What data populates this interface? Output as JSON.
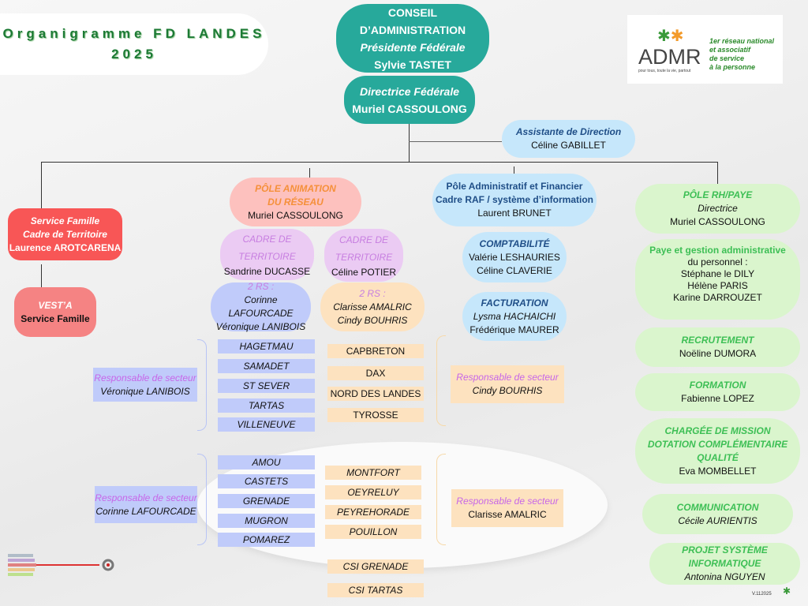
{
  "title": {
    "line1": "Organigramme FD LANDES",
    "line2": "2025"
  },
  "logo": {
    "brand": "ADMR",
    "tagline": "pour tous, toute la vie, partout",
    "slogan": [
      "1er réseau national",
      "et associatif",
      "de service",
      "à la personne"
    ]
  },
  "conseil": {
    "title": "CONSEIL D’ADMINISTRATION",
    "role": "Présidente Fédérale",
    "name": "Sylvie TASTET"
  },
  "directrice": {
    "role": "Directrice Fédérale",
    "name": "Muriel CASSOULONG"
  },
  "assistante": {
    "role": "Assistante de Direction",
    "name": "Céline GABILLET"
  },
  "service_famille": {
    "l1": "Service Famille",
    "l2": "Cadre de Territoire",
    "name": "Laurence AROTCARENA"
  },
  "vesta": {
    "l1": "VEST’A",
    "l2": "Service Famille"
  },
  "pole_animation": {
    "title": "PÔLE ANIMATION DU RÉSEAU",
    "name": "Muriel CASSOULONG"
  },
  "cadres": [
    {
      "title": "CADRE DE TERRITOIRE",
      "name": "Sandrine DUCASSE"
    },
    {
      "title": "CADRE DE TERRITOIRE",
      "name": "Céline POTIER"
    }
  ],
  "rs": [
    {
      "title": "2 RS :",
      "names": [
        "Corinne LAFOURCADE",
        "Véronique LANIBOIS"
      ]
    },
    {
      "title": "2 RS :",
      "names": [
        "Clarisse AMALRIC",
        "Cindy BOUHRIS"
      ]
    }
  ],
  "secteurs_blue": [
    [
      "HAGETMAU",
      "SAMADET",
      "ST SEVER",
      "TARTAS",
      "VILLENEUVE"
    ],
    [
      "AMOU",
      "CASTETS",
      "GRENADE",
      "MUGRON",
      "POMAREZ"
    ]
  ],
  "secteurs_orange": [
    [
      "CAPBRETON",
      "DAX",
      "NORD DES LANDES",
      "TYROSSE"
    ],
    [
      "MONTFORT",
      "OEYRELUY",
      "PEYREHORADE",
      "POUILLON"
    ],
    [
      "CSI GRENADE",
      "CSI TARTAS"
    ]
  ],
  "responsables": [
    {
      "title": "Responsable de secteur",
      "name": "Véronique LANIBOIS"
    },
    {
      "title": "Responsable de secteur",
      "name": "Corinne LAFOURCADE"
    },
    {
      "title": "Responsable de secteur",
      "name": "Cindy BOURHIS"
    },
    {
      "title": "Responsable de secteur",
      "name": "Clarisse AMALRIC"
    }
  ],
  "pole_admin": {
    "l1": "Pôle Administratif et Financier",
    "l2": "Cadre RAF / système d’information",
    "name": "Laurent BRUNET"
  },
  "compta": {
    "title": "COMPTABILITÉ",
    "names": [
      "Valérie LESHAURIES",
      "Céline CLAVERIE"
    ]
  },
  "factu": {
    "title": "FACTURATION",
    "names": [
      "Lysma HACHAICHI",
      "Frédérique MAURER"
    ]
  },
  "rh": {
    "title": "PÔLE RH/PAYE",
    "role": "Directrice",
    "name": "Muriel CASSOULONG"
  },
  "paye": {
    "title": "Paye et gestion administrative",
    "sub": "du personnel :",
    "names": [
      "Stéphane le DILY",
      "Hélène PARIS",
      "Karine DARROUZET"
    ]
  },
  "recrut": {
    "title": "RECRUTEMENT",
    "name": "Noëline DUMORA"
  },
  "formation": {
    "title": "FORMATION",
    "name": "Fabienne LOPEZ"
  },
  "chargee": {
    "title": "CHARGÉE DE MISSION DOTATION COMPLÉMENTAIRE QUALITÉ",
    "name": "Eva MOMBELLET"
  },
  "communication": {
    "title": "COMMUNICATION",
    "name": "Cécile AURIENTIS"
  },
  "projet": {
    "title": "PROJET SYSTÈME INFORMATIQUE",
    "name": "Antonina NGUYEN"
  },
  "version": "V.112025"
}
